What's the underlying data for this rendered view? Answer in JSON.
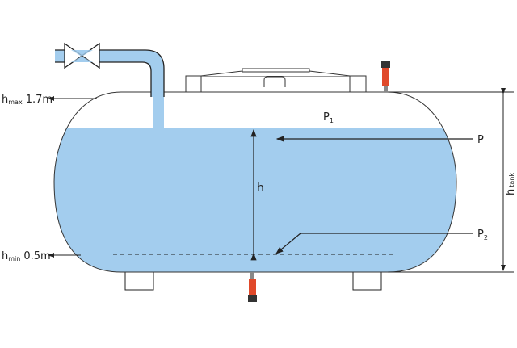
{
  "colors": {
    "water": "#a3cdee",
    "stroke": "#222222",
    "sensor": "#e0492a"
  },
  "labels": {
    "hmax_sym": "h",
    "hmax_sub": "max",
    "hmax_val": "1.7m",
    "hmin_sym": "h",
    "hmin_sub": "min",
    "hmin_val": "0.5m",
    "p1_sym": "P",
    "p1_sub": "1",
    "p_sym": "P",
    "p2_sym": "P",
    "p2_sub": "2",
    "h_sym": "h",
    "htank_sym": "h",
    "htank_sub": "tank"
  }
}
